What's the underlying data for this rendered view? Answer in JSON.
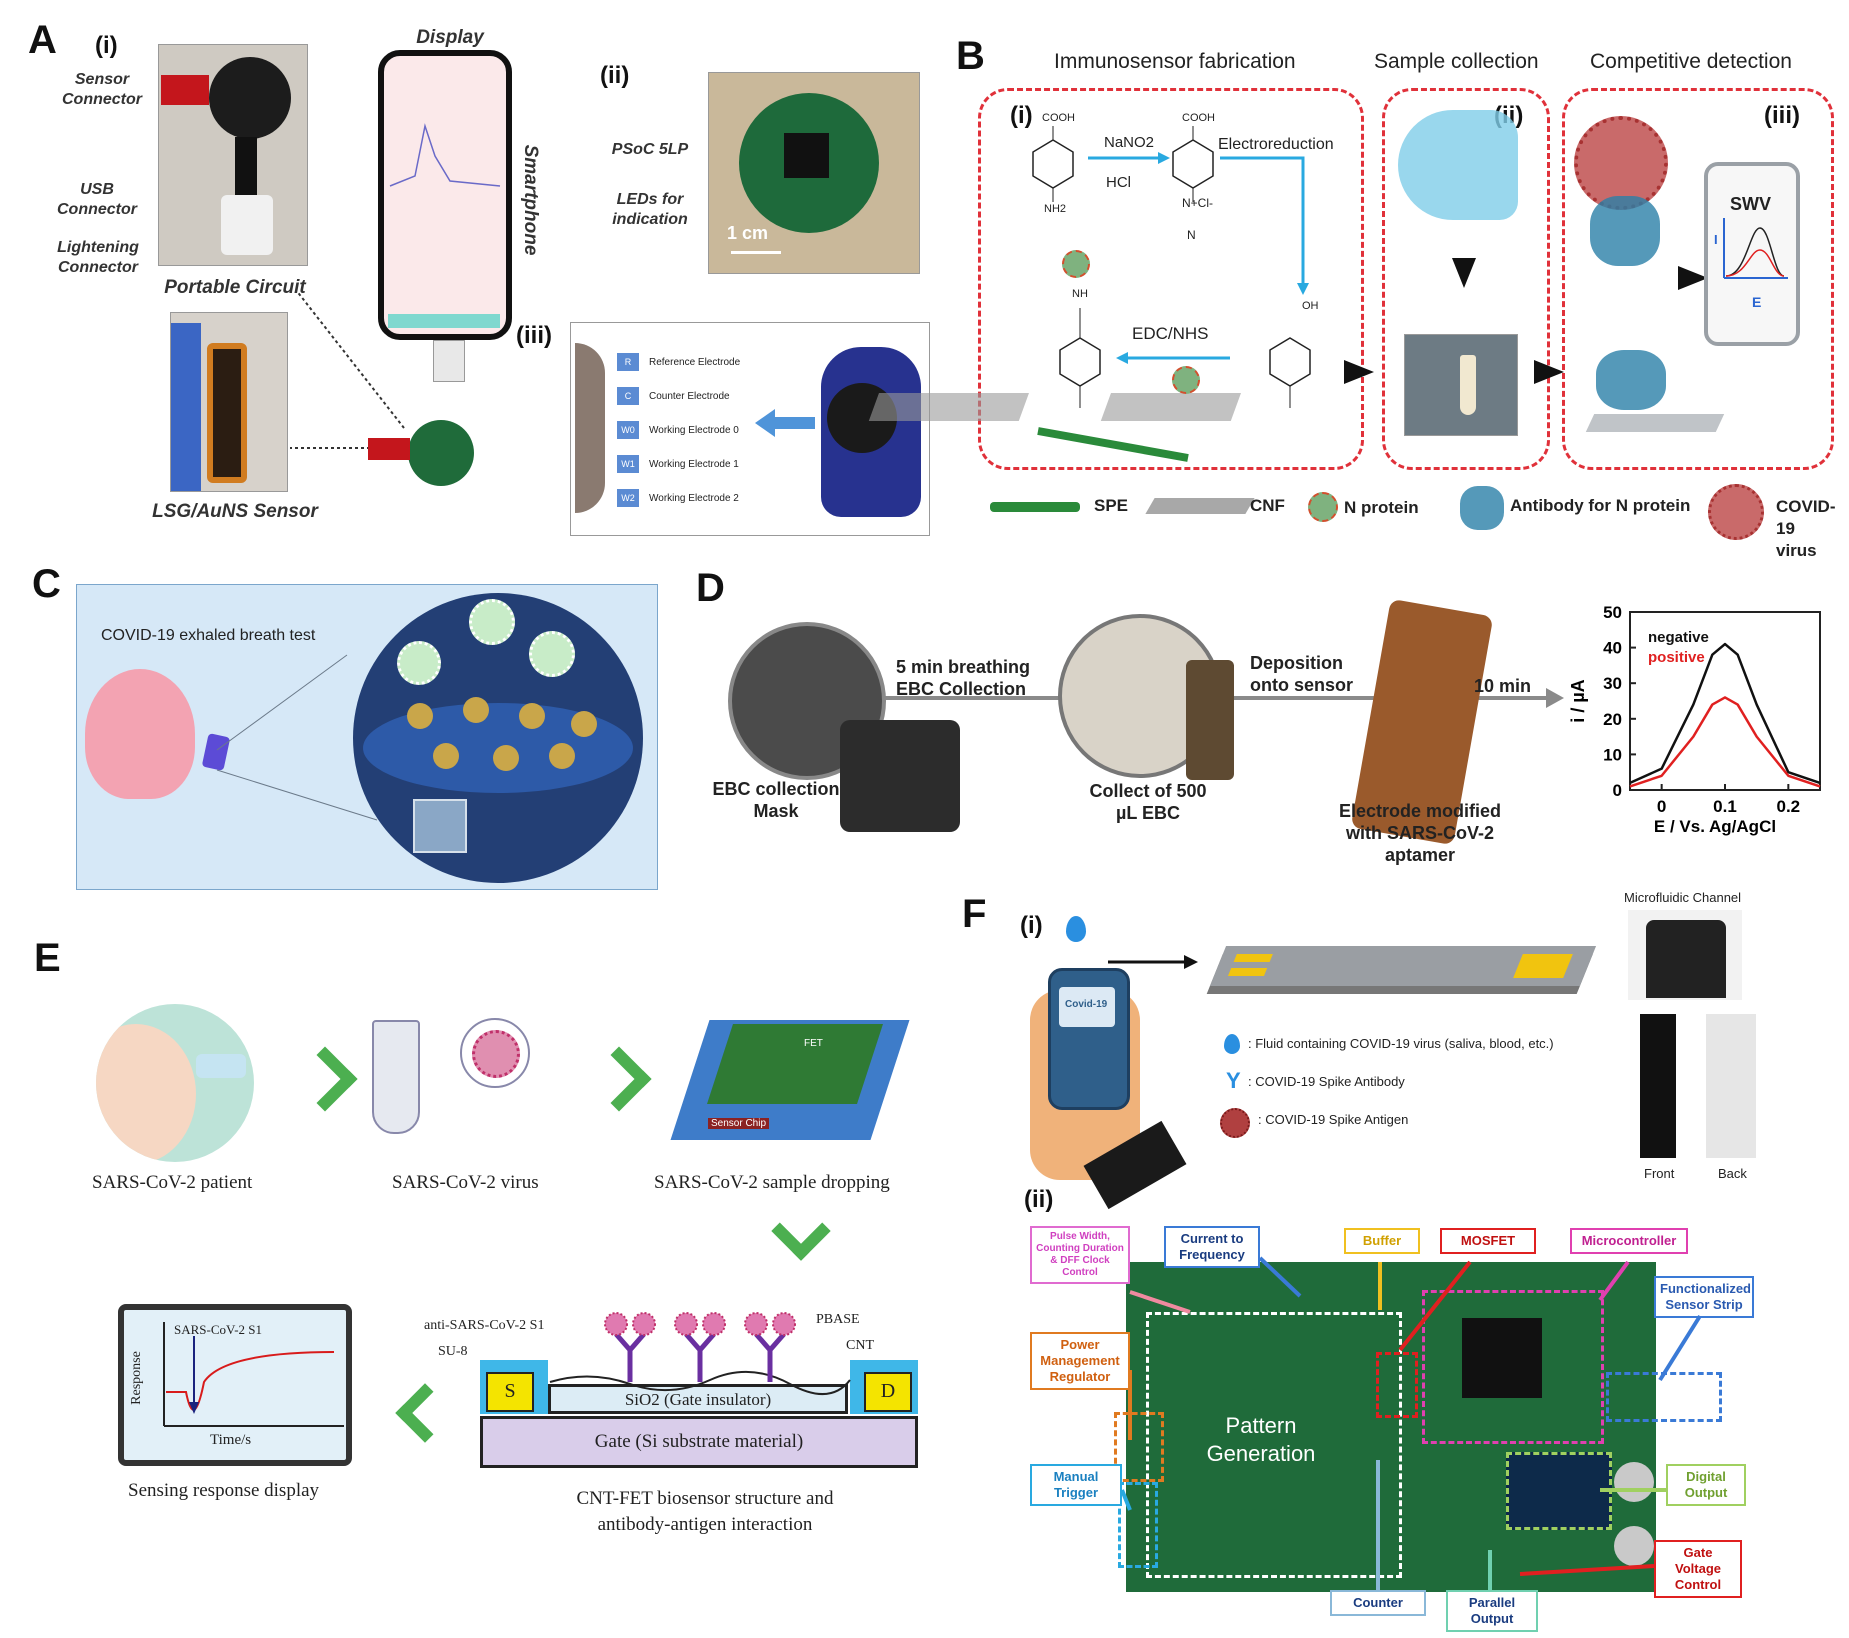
{
  "panelA": {
    "letter": "A",
    "sub_i": "(i)",
    "sub_ii": "(ii)",
    "sub_iii": "(iii)",
    "sensor_connector": "Sensor Connector",
    "usb_connector": "USB Connector",
    "lightening_connector": "Lightening Connector",
    "portable_circuit": "Portable Circuit",
    "display": "Display",
    "smartphone": "Smartphone",
    "lsg_sensor": "LSG/AuNS Sensor",
    "psoc": "PSoC 5LP",
    "leds": "LEDs for indication",
    "scale": "1 cm",
    "electrodes": [
      {
        "code": "R",
        "name": "Reference Electrode"
      },
      {
        "code": "C",
        "name": "Counter Electrode"
      },
      {
        "code": "W0",
        "name": "Working Electrode 0"
      },
      {
        "code": "W1",
        "name": "Working Electrode 1"
      },
      {
        "code": "W2",
        "name": "Working Electrode 2"
      }
    ]
  },
  "panelB": {
    "letter": "B",
    "h1": "Immunosensor fabrication",
    "h2": "Sample collection",
    "h3": "Competitive detection",
    "sub_i": "(i)",
    "sub_ii": "(ii)",
    "sub_iii": "(iii)",
    "cooh": "COOH",
    "cooh2": "COOH",
    "nh2": "NH2",
    "nano2": "NaNO2",
    "hcl": "HCl",
    "n_plus": "N+Cl-",
    "n_triple": "N",
    "electroreduction": "Electroreduction",
    "edc": "EDC/NHS",
    "oh": "OH",
    "nh": "NH",
    "swv": "SWV",
    "i_axis": "I",
    "e_axis": "E",
    "legend": [
      "SPE",
      "CNF",
      "N protein",
      "Antibody for N protein",
      "COVID-19 virus"
    ]
  },
  "panelC": {
    "letter": "C",
    "title": "COVID-19 exhaled breath test"
  },
  "panelD": {
    "letter": "D",
    "step1": "5 min breathing EBC Collection",
    "step2": "Deposition onto sensor",
    "step3": "10 min",
    "mask": "EBC collection Mask",
    "collect": "Collect of 500 µL EBC",
    "electrode": "Electrode modified with SARS-CoV-2 aptamer",
    "chart_ylabel": "i / µA",
    "chart_xlabel": "E / Vs. Ag/AgCl",
    "legend_neg": "negative",
    "legend_pos": "positive"
  },
  "chart_data": {
    "type": "line",
    "xlabel": "E / Vs. Ag/AgCl",
    "ylabel": "i / µA",
    "xlim": [
      -0.05,
      0.25
    ],
    "ylim": [
      0,
      50
    ],
    "xticks": [
      "0",
      "0.1",
      "0.2"
    ],
    "yticks": [
      "0",
      "10",
      "20",
      "30",
      "40",
      "50"
    ],
    "legend_placement": "top-left",
    "series": [
      {
        "name": "negative",
        "color": "#111111",
        "x": [
          -0.05,
          0,
          0.05,
          0.08,
          0.1,
          0.12,
          0.15,
          0.2,
          0.25
        ],
        "y": [
          2,
          6,
          24,
          38,
          41,
          38,
          24,
          5,
          2
        ]
      },
      {
        "name": "positive",
        "color": "#e02020",
        "x": [
          -0.05,
          0,
          0.05,
          0.08,
          0.1,
          0.12,
          0.15,
          0.2,
          0.25
        ],
        "y": [
          1,
          4,
          15,
          24,
          26,
          24,
          15,
          4,
          1
        ]
      }
    ]
  },
  "panelE": {
    "letter": "E",
    "patient": "SARS-CoV-2 patient",
    "virus": "SARS-CoV-2 virus",
    "dropping": "SARS-CoV-2 sample dropping",
    "display": "Sensing response display",
    "structure": "CNT-FET biosensor structure and antibody-antigen interaction",
    "anti": "anti-SARS-CoV-2 S1",
    "su8": "SU-8",
    "pbase": "PBASE",
    "cnt": "CNT",
    "s": "S",
    "d": "D",
    "sio2": "SiO2 (Gate insulator)",
    "gate": "Gate (Si substrate material)",
    "plot_title": "SARS-CoV-2 S1",
    "response": "Response",
    "time": "Time/s",
    "sensor_chip": "Sensor Chip",
    "fet": "FET"
  },
  "panelF": {
    "letter": "F",
    "sub_i": "(i)",
    "sub_ii": "(ii)",
    "device": "Covid-19",
    "fluid": ": Fluid containing COVID-19 virus (saliva, blood, etc.)",
    "antibody": ": COVID-19 Spike Antibody",
    "antigen": ": COVID-19 Spike Antigen",
    "microfluidic": "Microfluidic Channel",
    "front": "Front",
    "back": "Back",
    "pattern": "Pattern Generation",
    "tags": {
      "pulse": "Pulse Width, Counting Duration & DFF Clock Control",
      "current": "Current to Frequency",
      "buffer": "Buffer",
      "mosfet": "MOSFET",
      "micro": "Microcontroller",
      "functional": "Functionalized Sensor Strip",
      "power": "Power Management Regulator",
      "manual": "Manual Trigger",
      "digital": "Digital Output",
      "gate": "Gate Voltage Control",
      "counter": "Counter",
      "parallel": "Parallel Output"
    }
  },
  "colors": {
    "dash_red": "#e0313a",
    "blue_arrow": "#29a9e0",
    "green_chev": "#4caf50",
    "pcb_green": "#1f6b3a",
    "panelC_bg": "#d6e8f7"
  }
}
